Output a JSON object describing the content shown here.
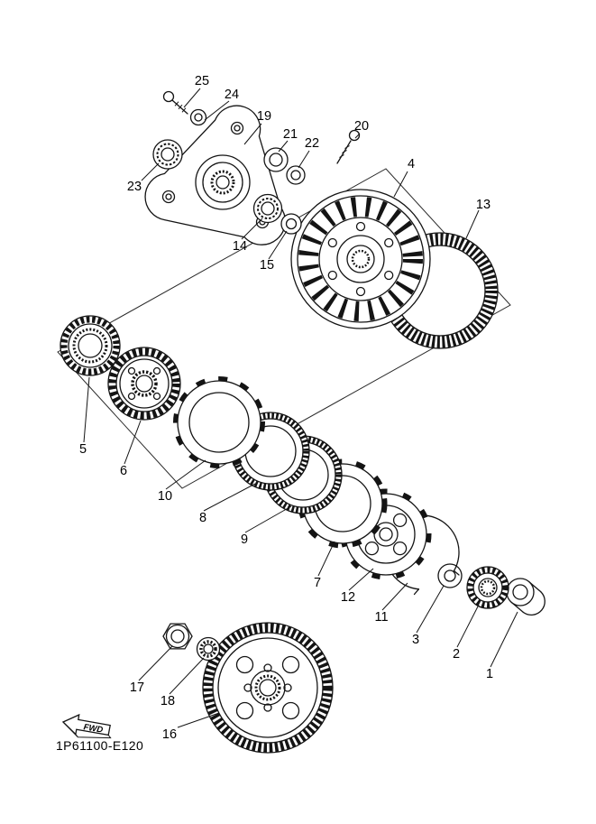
{
  "diagram": {
    "code": "1P61100-E120",
    "fwd_label": "FWD",
    "background": "#ffffff",
    "line_color": "#141414",
    "callouts": [
      {
        "label": "1"
      },
      {
        "label": "2"
      },
      {
        "label": "3"
      },
      {
        "label": "4"
      },
      {
        "label": "5"
      },
      {
        "label": "6"
      },
      {
        "label": "7"
      },
      {
        "label": "8"
      },
      {
        "label": "9"
      },
      {
        "label": "10"
      },
      {
        "label": "11"
      },
      {
        "label": "12"
      },
      {
        "label": "13"
      },
      {
        "label": "14"
      },
      {
        "label": "15"
      },
      {
        "label": "16"
      },
      {
        "label": "17"
      },
      {
        "label": "18"
      },
      {
        "label": "19"
      },
      {
        "label": "20"
      },
      {
        "label": "21"
      },
      {
        "label": "22"
      },
      {
        "label": "23"
      },
      {
        "label": "24"
      },
      {
        "label": "25"
      }
    ]
  }
}
